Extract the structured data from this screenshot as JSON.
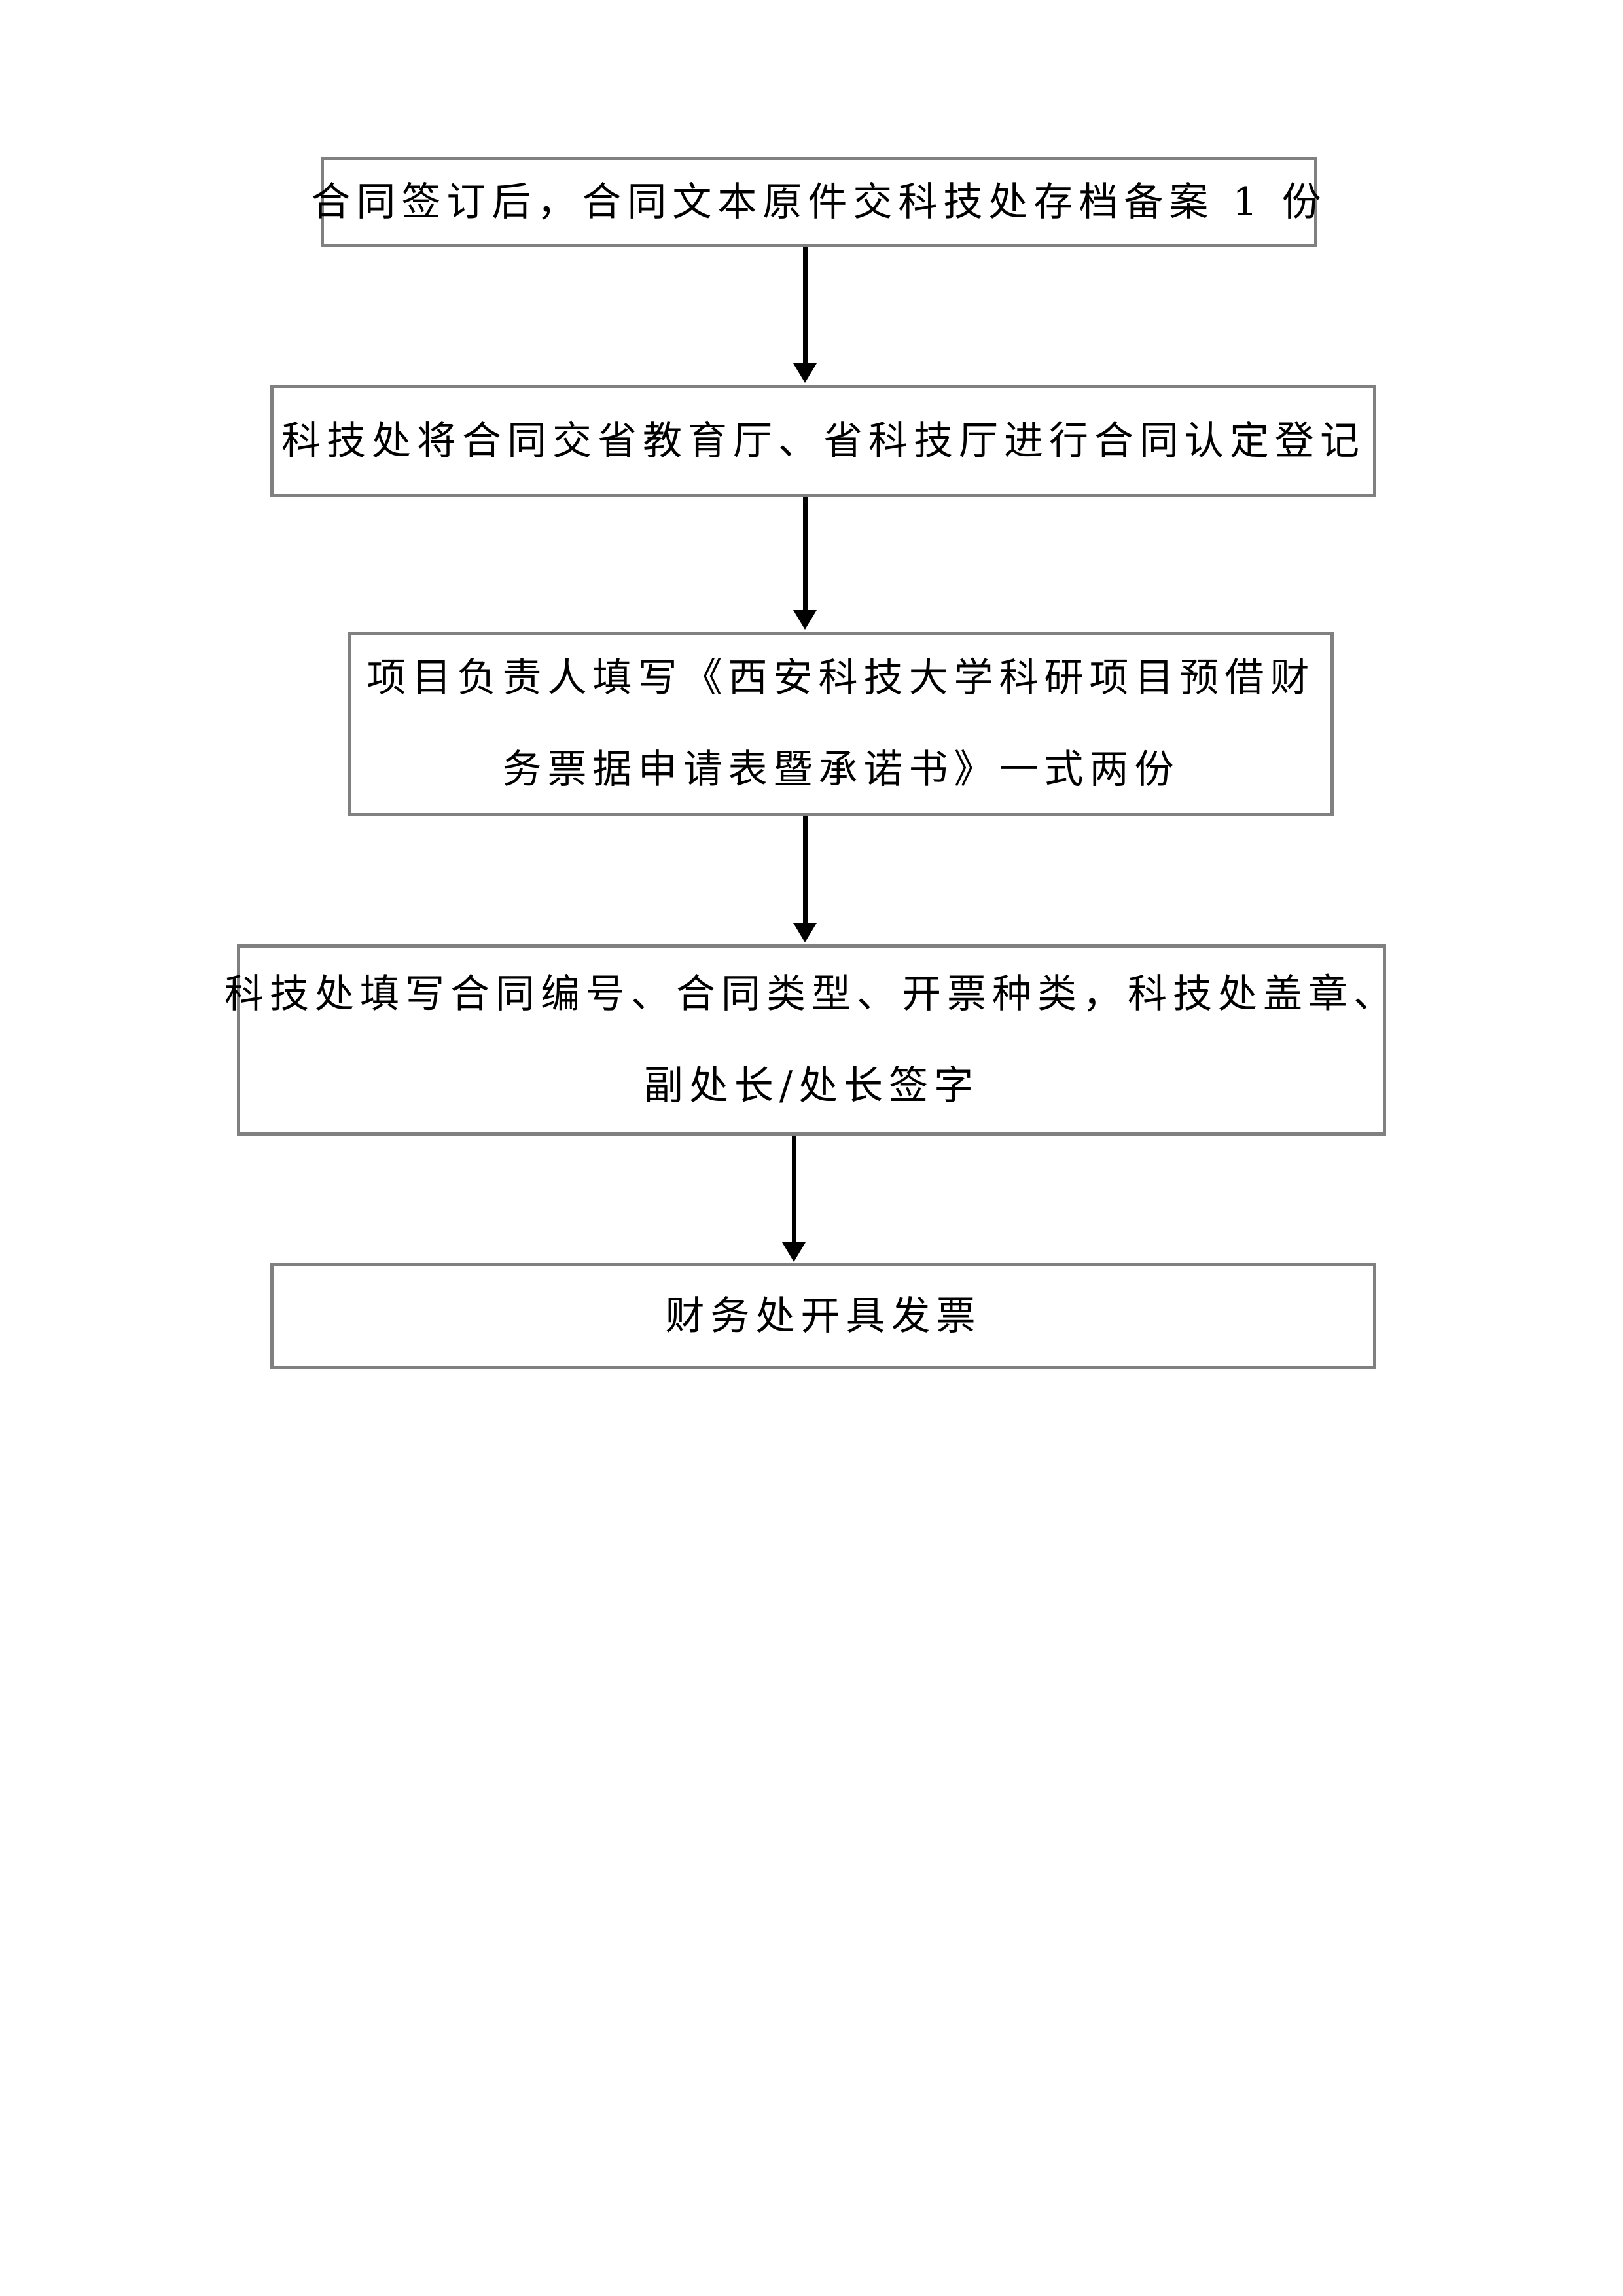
{
  "page": {
    "background": "#ffffff"
  },
  "flowchart": {
    "colors": {
      "box_border": "#808080",
      "box_background": "#ffffff",
      "text": "#000000",
      "arrow": "#000000"
    },
    "steps": [
      {
        "id": 1,
        "lines": [
          "合同签订后，合同文本原件交科技处存档备案 1 份"
        ]
      },
      {
        "id": 2,
        "lines": [
          "科技处将合同交省教育厅、省科技厅进行合同认定登记"
        ]
      },
      {
        "id": 3,
        "lines": [
          "项目负责人填写《西安科技大学科研项目预借财",
          "务票据申请表暨承诺书》一式两份"
        ]
      },
      {
        "id": 4,
        "lines": [
          "科技处填写合同编号、合同类型、开票种类，科技处盖章、",
          "副处长/处长签字"
        ]
      },
      {
        "id": 5,
        "lines": [
          "财务处开具发票"
        ]
      }
    ]
  }
}
